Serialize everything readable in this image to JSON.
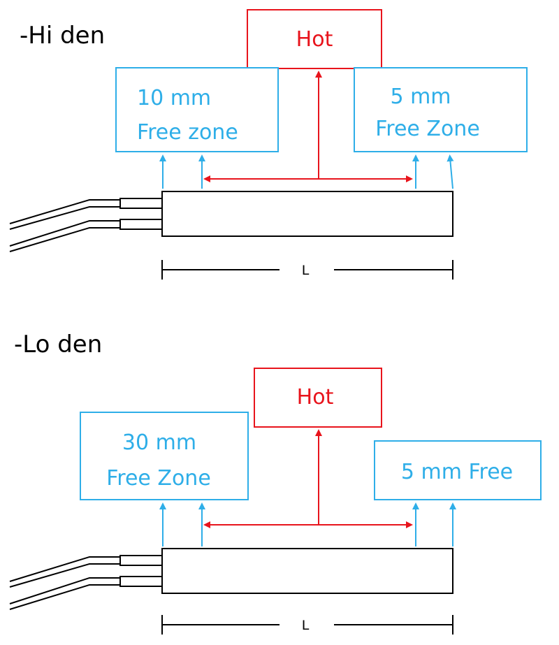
{
  "colors": {
    "hot": "#e8141c",
    "free": "#2eaee8",
    "line": "#000000"
  },
  "sections": [
    {
      "title": "-Hi den",
      "hot_label": "Hot",
      "left_zone": [
        "10 mm",
        "Free zone"
      ],
      "right_zone": [
        "5 mm",
        "Free Zone"
      ],
      "dimension_label": "L"
    },
    {
      "title": "-Lo den",
      "hot_label": "Hot",
      "left_zone": [
        "30 mm",
        "Free Zone"
      ],
      "right_zone": [
        "5 mm Free"
      ],
      "dimension_label": "L"
    }
  ]
}
